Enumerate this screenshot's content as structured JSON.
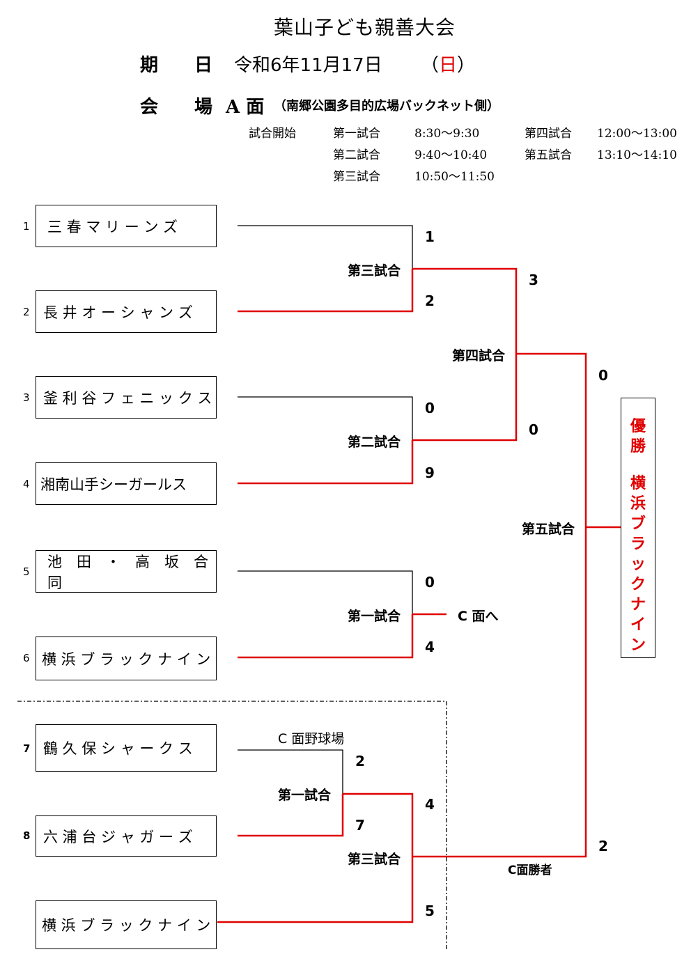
{
  "header": {
    "title": "葉山子ども親善大会",
    "date_label": "期　　日",
    "date_value": "令和6年11月17日",
    "weekday_open": "（",
    "weekday": "日",
    "weekday_close": "）",
    "venue_label": "会　　場",
    "venue_value": "A 面",
    "venue_note": "（南郷公園多目的広場バックネット側）"
  },
  "schedule": {
    "start_label": "試合開始",
    "rows": [
      {
        "name": "第一試合",
        "time": "8:30～9:30"
      },
      {
        "name": "第二試合",
        "time": "9:40～10:40"
      },
      {
        "name": "第三試合",
        "time": "10:50～11:50"
      },
      {
        "name": "第四試合",
        "time": "12:00～13:00"
      },
      {
        "name": "第五試合",
        "time": "13:10～14:10"
      }
    ]
  },
  "teams": [
    {
      "seed": "1",
      "name": "三 春 マ リ ー ン ズ"
    },
    {
      "seed": "2",
      "name": "長 井 オ ー シ ャ ン ズ"
    },
    {
      "seed": "3",
      "name": "釜 利 谷 フ ェ ニ ッ ク ス"
    },
    {
      "seed": "4",
      "name": "湘南山手シーガールス"
    },
    {
      "seed": "5",
      "name": "池　田　・　高　坂　合　同"
    },
    {
      "seed": "6",
      "name": "横 浜 ブ ラ ッ ク ナ イ ン"
    },
    {
      "seed": "7",
      "name": "鶴 久 保 シ ャ ー ク ス"
    },
    {
      "seed": "8",
      "name": "六 浦 台 ジ ャ ガ ー ズ"
    },
    {
      "seed": "",
      "name": "横 浜 ブ ラ ッ ク ナ イ ン"
    }
  ],
  "matches": {
    "a3": "第三試合",
    "a2": "第二試合",
    "a1": "第一試合",
    "a4": "第四試合",
    "a5": "第五試合",
    "c1": "第一試合",
    "c3": "第三試合"
  },
  "scores": {
    "a3_top": "1",
    "a3_bottom": "2",
    "a2_top": "0",
    "a2_bottom": "9",
    "a1_top": "0",
    "a1_bottom": "4",
    "a4_top": "3",
    "a4_bottom": "0",
    "a5_top": "0",
    "a5_bottom": "2",
    "c1_top": "2",
    "c1_bottom": "7",
    "c3_top": "4",
    "c3_bottom": "5"
  },
  "notes": {
    "to_c": "C 面へ",
    "c_field": "C 面野球場",
    "c_winner": "C面勝者"
  },
  "champion": {
    "title": "優勝",
    "name": "横浜ブラックナイン"
  },
  "colors": {
    "winner_line": "#e00000",
    "line": "#000000"
  }
}
